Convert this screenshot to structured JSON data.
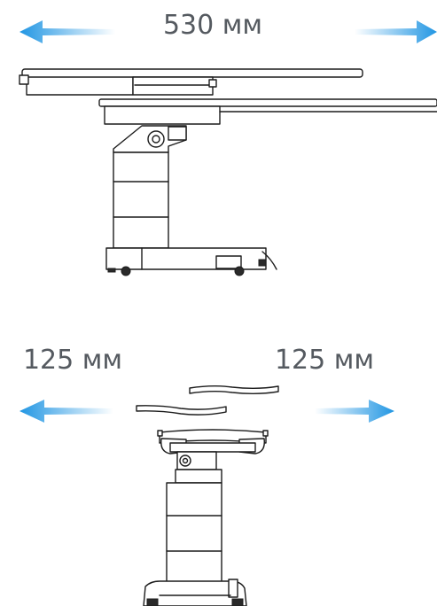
{
  "top": {
    "travel_label": "530 мм"
  },
  "bottom": {
    "left_label": "125 мм",
    "right_label": "125 мм"
  },
  "colors": {
    "arrow_dark": "#2196e3",
    "arrow_light": "#bfe3fa",
    "text": "#555a60",
    "ink": "#1c1c1c"
  }
}
